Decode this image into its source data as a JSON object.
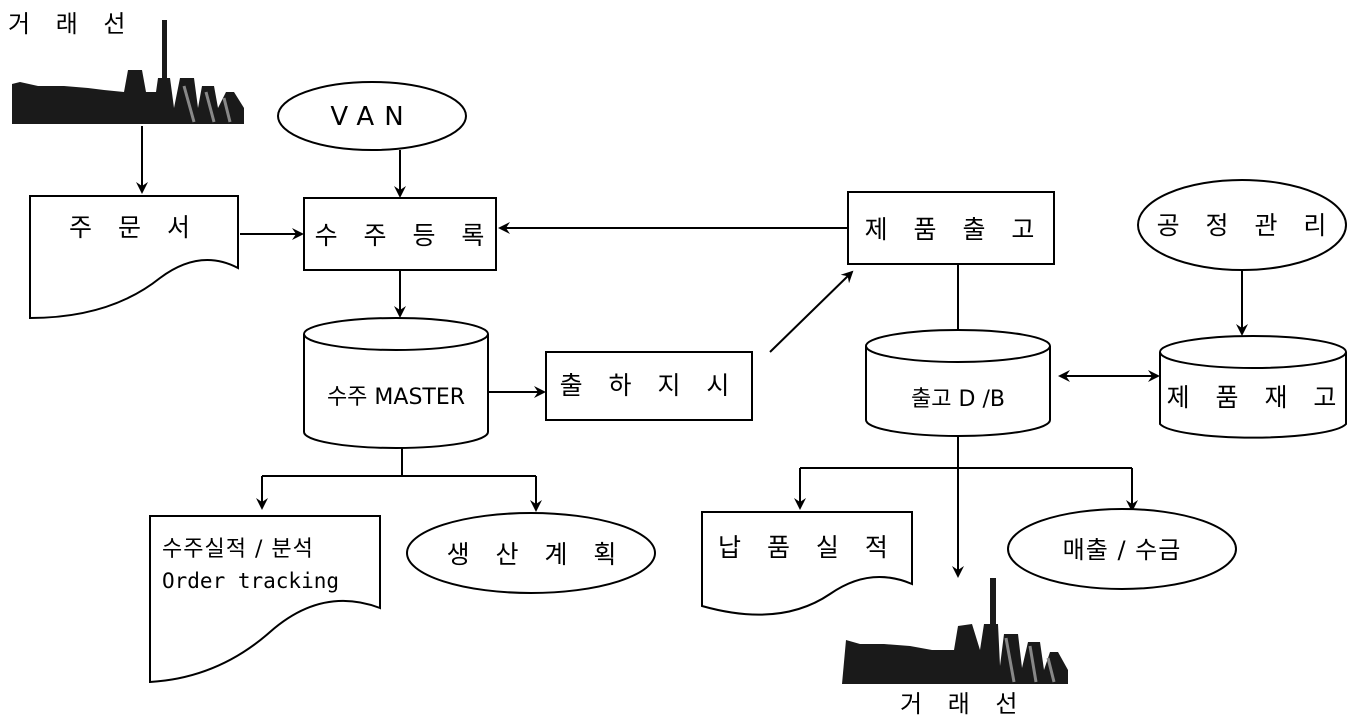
{
  "nodes": {
    "top_partner_label": "거 래 선",
    "van": "VAN",
    "order_form": "주 문 서",
    "order_registration": "수 주 등 록",
    "product_release": "제 품 출 고",
    "process_management": "공 정 관 리",
    "order_master": "수주 MASTER",
    "shipment_instruction": "출 하 지 시",
    "release_db": "출고 D /B",
    "product_inventory": "제 품 재 고",
    "order_results_line1": "수주실적 / 분석",
    "order_results_line2": "Order tracking",
    "production_plan": "생 산 계 획",
    "delivery_results": "납 품 실 적",
    "sales_collection": "매출 / 수금",
    "bottom_partner_label": "거 래 선"
  },
  "colors": {
    "stroke": "#000000",
    "fill": "#ffffff",
    "factory": "#1a1a1a"
  },
  "icons": {
    "top_partner": "factory-icon",
    "bottom_partner": "factory-icon"
  }
}
